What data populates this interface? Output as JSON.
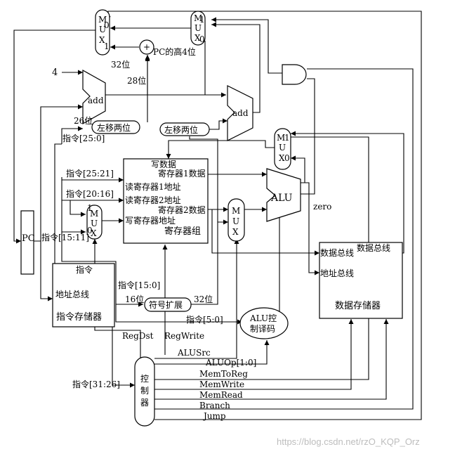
{
  "labels": {
    "mux": "M U X",
    "mux0": "0",
    "mux1": "1",
    "pc": "PC",
    "four": "4",
    "add": "add",
    "alu": "ALU",
    "zero": "zero",
    "pc_high4": "PC的高4位",
    "bits32_top": "32位",
    "bits28": "28位",
    "bits26": "26位",
    "shift_left2_a": "左移两位",
    "shift_left2_b": "左移两位",
    "instr_25_0": "指令[25:0]",
    "instr_25_21": "指令[25:21]",
    "instr_20_16": "指令[20:16]",
    "instr_15_11": "指令[15:11]",
    "instr_15_0": "指令[15:0]",
    "instr_5_0": "指令[5:0]",
    "instr_31_26": "指令[31:26]",
    "bits16": "16位",
    "bits32_ext": "32位",
    "sign_extend": "符号扩展",
    "write_data": "写数据",
    "reg1_data": "寄存器1数据",
    "read_reg1_addr": "读寄存器1地址",
    "read_reg2_addr": "读寄存器2地址",
    "reg2_data": "寄存器2数据",
    "write_reg_addr": "写寄存器地址",
    "register_file": "寄存器组",
    "instr_header": "指令",
    "addr_bus_im": "地址总线",
    "instr_memory": "指令存储器",
    "data_bus_in": "数据总线",
    "data_bus_out": "数据总线",
    "addr_bus_dm": "地址总线",
    "data_memory": "数据存储器",
    "alu_ctrl_1": "ALU控",
    "alu_ctrl_2": "制译码",
    "control_1": "控",
    "control_2": "制",
    "control_3": "器",
    "reg_dst": "RegDst",
    "reg_write": "RegWrite",
    "alu_src": "ALUSrc",
    "alu_op": "ALUOp[1:0]",
    "mem_to_reg": "MemToReg",
    "mem_write": "MemWrite",
    "mem_read": "MemRead",
    "branch": "Branch",
    "jump": "Jump",
    "watermark": "https://blog.csdn.net/rzO_KQP_Orz"
  }
}
